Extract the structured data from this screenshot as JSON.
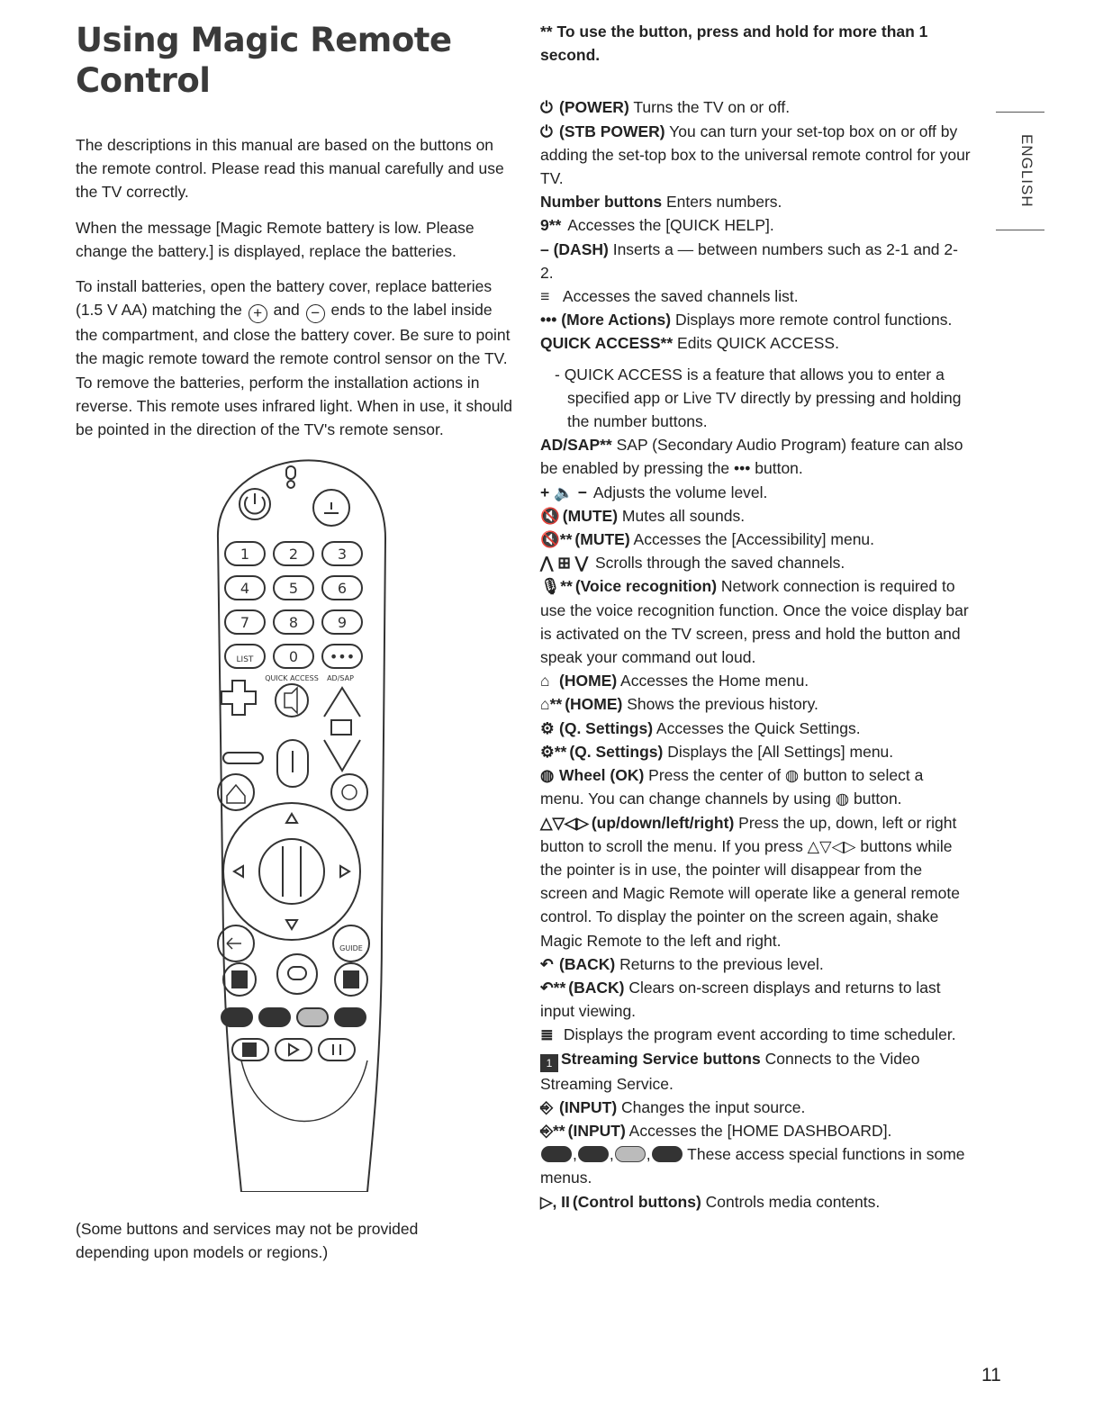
{
  "title": "Using Magic Remote Control",
  "intro": {
    "p1": "The descriptions in this manual are based on the buttons on the remote control. Please read this manual carefully and use the TV correctly.",
    "p2": "When the message [Magic Remote battery is low. Please change the battery.] is displayed, replace the batteries.",
    "p3_a": "To install batteries, open the battery cover, replace batteries (1.5 V AA) matching the",
    "p3_b": "and",
    "p3_c": "ends to the label inside the compartment, and close the battery cover. Be sure to point the magic remote toward the remote control sensor on the TV. To remove the batteries, perform the installation actions in reverse. This remote uses infrared light. When in use, it should be pointed in the direction of the TV's remote sensor."
  },
  "remote": {
    "buttons": [
      "1",
      "2",
      "3",
      "4",
      "5",
      "6",
      "7",
      "8",
      "9",
      "0"
    ],
    "dash_label": "LIST",
    "quick_access": "QUICK ACCESS",
    "ad_sap": "AD/SAP",
    "guide": "GUIDE",
    "stream_label": "1"
  },
  "caption": "(Some buttons and services may not be provided depending upon models or regions.)",
  "right": {
    "note": "** To use the button, press and hold for more than 1 second.",
    "items": [
      {
        "g": "⏻",
        "b": "(POWER)",
        "t": " Turns the TV on or off."
      },
      {
        "g": "⏻",
        "b": "(STB POWER)",
        "t": " You can turn your set-top box on or off by adding the set-top box to the universal remote control for your TV."
      },
      {
        "g": "",
        "b": "Number buttons",
        "t": " Enters numbers."
      },
      {
        "g": "9**",
        "b": "",
        "t": " Accesses the [QUICK HELP]."
      },
      {
        "g": "",
        "b": "– (DASH)",
        "t": " Inserts a — between numbers such as 2-1 and 2-2."
      },
      {
        "g": "≡",
        "b": "",
        "t": " Accesses the saved channels list."
      },
      {
        "g": "",
        "b": "••• (More Actions)",
        "t": " Displays more remote control functions."
      },
      {
        "g": "",
        "b": "QUICK ACCESS**",
        "t": " Edits QUICK ACCESS."
      }
    ],
    "sub1": "- QUICK ACCESS is a feature that allows you to enter a specified app or Live TV directly by pressing and holding the number buttons.",
    "items2": [
      {
        "g": "",
        "b": "AD/SAP**",
        "t": " SAP (Secondary Audio Program) feature can also be enabled by pressing the ••• button."
      },
      {
        "g": "+ 🔈 −",
        "b": "",
        "t": " Adjusts the volume level."
      },
      {
        "g": "🔇",
        "b": "(MUTE)",
        "t": " Mutes all sounds."
      },
      {
        "g": "🔇**",
        "b": "(MUTE)",
        "t": " Accesses the [Accessibility] menu."
      },
      {
        "g": "⋀ ⊞ ⋁",
        "b": "",
        "t": " Scrolls through the saved channels."
      },
      {
        "g": "🎙**",
        "b": "(Voice recognition)",
        "t": " Network connection is required to use the voice recognition function. Once the voice display bar is activated on the TV screen, press and hold the button and speak your command out loud."
      },
      {
        "g": "⌂",
        "b": "(HOME)",
        "t": " Accesses the Home menu."
      },
      {
        "g": "⌂**",
        "b": "(HOME)",
        "t": " Shows the previous history."
      },
      {
        "g": "⚙",
        "b": "(Q. Settings)",
        "t": " Accesses the Quick Settings."
      },
      {
        "g": "⚙**",
        "b": "(Q. Settings)",
        "t": " Displays the [All Settings] menu."
      },
      {
        "g": "◍",
        "b": "Wheel (OK)",
        "t": " Press the center of ◍ button to select a menu. You can change channels by using ◍ button."
      },
      {
        "g": "△▽◁▷",
        "b": "(up/down/left/right)",
        "t": " Press the up, down, left or right button to scroll the menu. If you press △▽◁▷ buttons while the pointer is in use, the pointer will disappear from the screen and Magic Remote will operate like a general remote control. To display the pointer on the screen again, shake Magic Remote to the left and right."
      },
      {
        "g": "↶",
        "b": "(BACK)",
        "t": " Returns to the previous level."
      },
      {
        "g": "↶**",
        "b": "(BACK)",
        "t": " Clears on-screen displays and returns to last input viewing."
      },
      {
        "g": "≣",
        "b": "",
        "t": " Displays the program event according to time scheduler."
      }
    ],
    "stream_b": "Streaming Service buttons",
    "stream_t": " Connects to the Video Streaming Service.",
    "items3": [
      {
        "g": "⎆",
        "b": "(INPUT)",
        "t": " Changes the input source."
      },
      {
        "g": "⎆**",
        "b": "(INPUT)",
        "t": " Accesses the [HOME DASHBOARD]."
      }
    ],
    "special_t": " These access special functions in some menus.",
    "control_g": "▷, II",
    "control_b": "(Control buttons)",
    "control_t": " Controls media contents."
  },
  "side_tab": "ENGLISH",
  "page_number": "11"
}
